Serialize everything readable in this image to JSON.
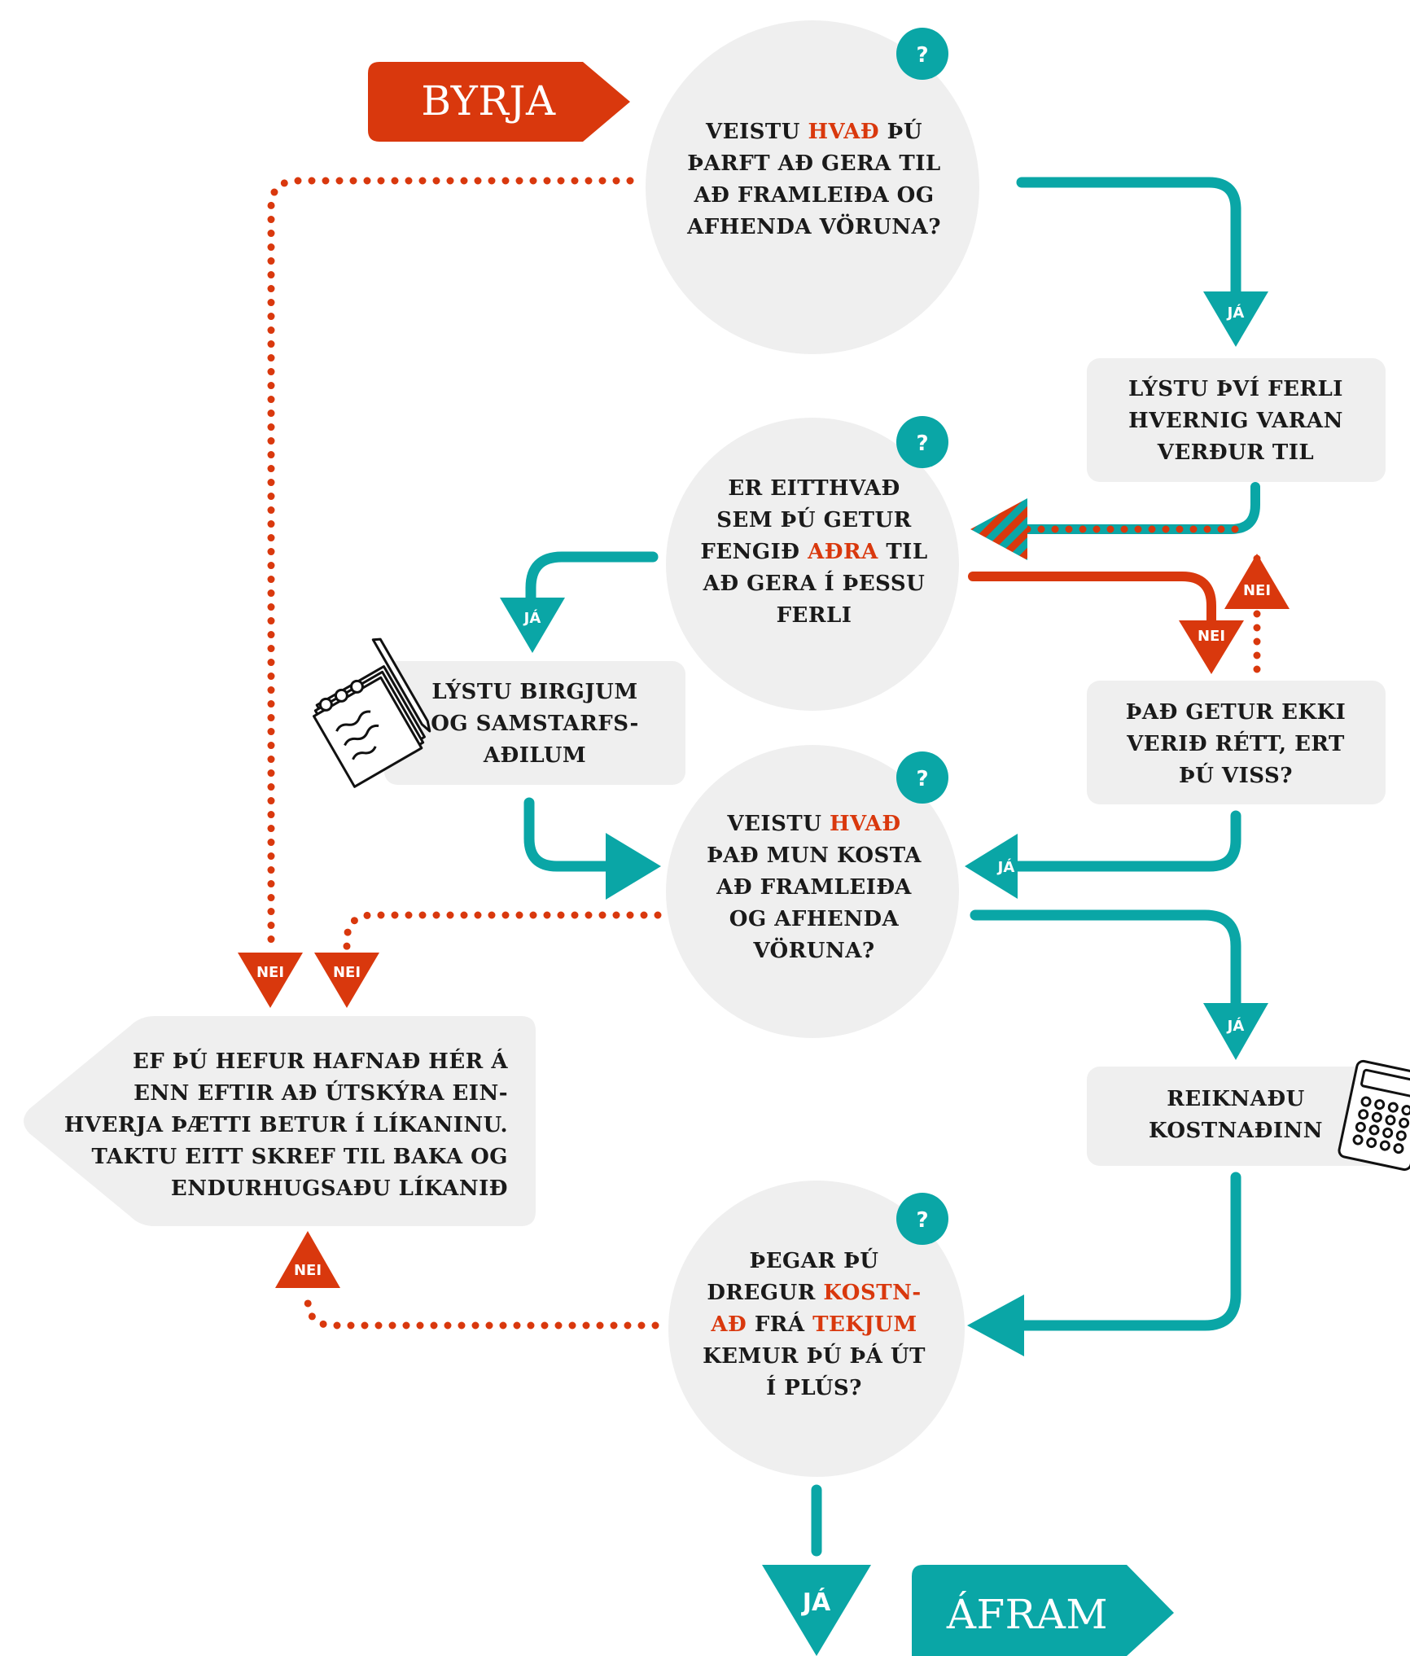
{
  "colors": {
    "teal": "#0aa6a6",
    "red": "#d9380d",
    "bubble": "#efefef",
    "text": "#1a1a1a"
  },
  "start_label": "BYRJA",
  "end_label": "ÁFRAM",
  "question_mark": "?",
  "yes": "JÁ",
  "no": "NEI",
  "q1": {
    "lines": [
      [
        {
          "t": "VEISTU "
        },
        {
          "t": "HVAÐ",
          "hl": true
        },
        {
          "t": " ÞÚ"
        }
      ],
      [
        {
          "t": "ÞARFT AÐ GERA TIL"
        }
      ],
      [
        {
          "t": "AÐ FRAMLEIÐA OG"
        }
      ],
      [
        {
          "t": "AFHENDA VÖRUNA?"
        }
      ]
    ]
  },
  "q2": {
    "lines": [
      [
        {
          "t": "ER EITTHVAÐ"
        }
      ],
      [
        {
          "t": "SEM ÞÚ GETUR"
        }
      ],
      [
        {
          "t": "FENGIÐ "
        },
        {
          "t": "AÐRA",
          "hl": true
        },
        {
          "t": " TIL"
        }
      ],
      [
        {
          "t": "AÐ GERA Í ÞESSU"
        }
      ],
      [
        {
          "t": "FERLI"
        }
      ]
    ]
  },
  "q3": {
    "lines": [
      [
        {
          "t": "VEISTU "
        },
        {
          "t": "HVAÐ",
          "hl": true
        }
      ],
      [
        {
          "t": "ÞAÐ MUN KOSTA"
        }
      ],
      [
        {
          "t": "AÐ FRAMLEIÐA"
        }
      ],
      [
        {
          "t": "OG AFHENDA"
        }
      ],
      [
        {
          "t": "VÖRUNA?"
        }
      ]
    ]
  },
  "q4": {
    "lines": [
      [
        {
          "t": "ÞEGAR ÞÚ"
        }
      ],
      [
        {
          "t": "DREGUR "
        },
        {
          "t": "KOSTN-",
          "hl": true
        }
      ],
      [
        {
          "t": "AÐ",
          "hl": true
        },
        {
          "t": " FRÁ "
        },
        {
          "t": "TEKJUM",
          "hl": true
        }
      ],
      [
        {
          "t": "KEMUR ÞÚ ÞÁ ÚT"
        }
      ],
      [
        {
          "t": "Í PLÚS?"
        }
      ]
    ]
  },
  "box_process": {
    "lines": [
      "LÝSTU ÞVÍ FERLI",
      "HVERNIG VARAN",
      "VERÐUR TIL"
    ]
  },
  "box_suppliers": {
    "lines": [
      "LÝSTU BIRGJUM",
      "OG SAMSTARFS-",
      "AÐILUM"
    ]
  },
  "box_sure": {
    "lines": [
      "ÞAÐ GETUR EKKI",
      "VERIÐ RÉTT, ERT",
      "ÞÚ VISS?"
    ]
  },
  "box_cost": {
    "lines": [
      "REIKNAÐU",
      "KOSTNAÐINN"
    ]
  },
  "box_back": {
    "lines": [
      "EF ÞÚ HEFUR HAFNAÐ HÉR Á",
      "ENN EFTIR AÐ ÚTSKÝRA EIN-",
      "HVERJA ÞÆTTI BETUR Í LÍKANINU.",
      "TAKTU EITT SKREF TIL BAKA OG",
      "ENDURHUGSAÐU LÍKANIÐ"
    ]
  }
}
